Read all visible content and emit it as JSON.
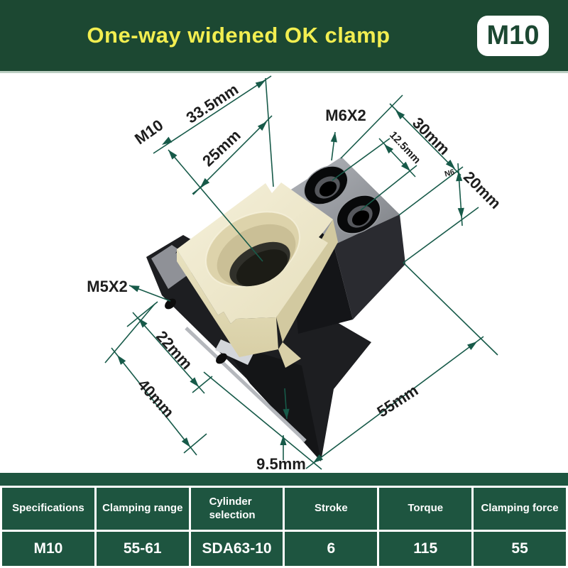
{
  "header": {
    "title": "One-way widened OK clamp",
    "badge": "M10",
    "bg_color": "#1c4832",
    "title_color": "#f2ee50"
  },
  "diagram": {
    "dimension_line_color": "#175a49",
    "labels": {
      "m10": "M10",
      "len335": "33.5mm",
      "len25": "25mm",
      "m6x2": "M6X2",
      "len125": "12.5mm",
      "len30": "30mm",
      "n6": "N6",
      "len20": "20mm",
      "m5x2": "M5X2",
      "len22": "22mm",
      "len40": "40mm",
      "len55": "55mm",
      "len95": "9.5mm"
    }
  },
  "table": {
    "bg_color": "#1e5540",
    "headers": [
      "Specifications",
      "Clamping range",
      "Cylinder selection",
      "Stroke",
      "Torque",
      "Clamping force"
    ],
    "values": [
      "M10",
      "55-61",
      "SDA63-10",
      "6",
      "115",
      "55"
    ]
  }
}
